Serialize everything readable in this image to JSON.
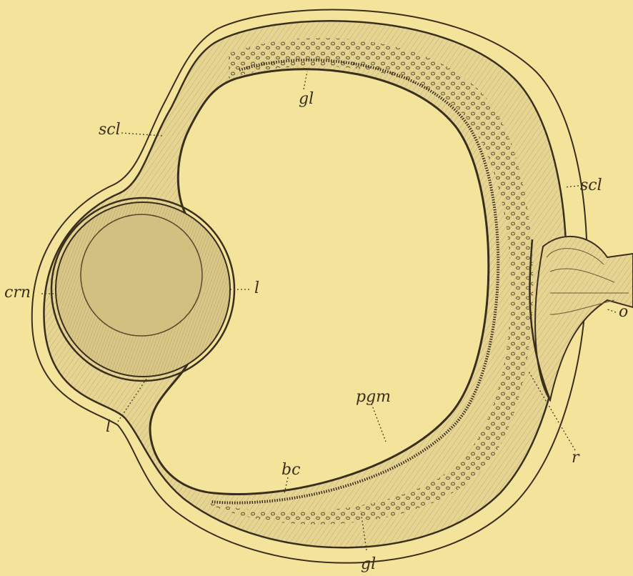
{
  "labels": {
    "gl_top": "gl",
    "scl_left": "scl",
    "scl_right": "scl",
    "crn": "crn",
    "l_lens": "l",
    "o": "o",
    "pgm": "pgm",
    "l_lower": "l",
    "r": "r",
    "bc": "bc",
    "gl_bottom": "gl"
  },
  "colors": {
    "paper": "#f4e39a",
    "tissue": "#e9d89a",
    "ink": "#3a2e1c",
    "lens": "#d9c88c"
  }
}
